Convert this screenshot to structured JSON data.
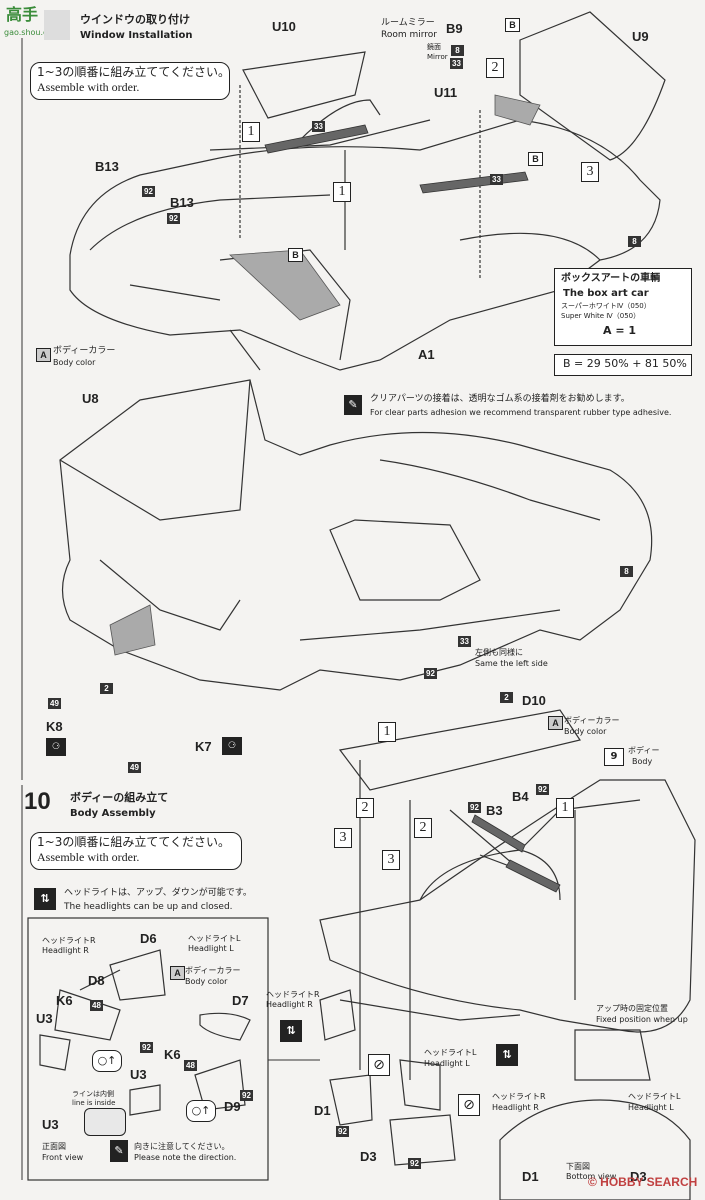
{
  "watermark": {
    "logo": "高手",
    "url": "gao.shou.com"
  },
  "step9": {
    "title_jp": "ウインドウの取り付け",
    "title_en": "Window Installation"
  },
  "order_note": {
    "jp": "1~3の順番に組み立ててください。",
    "en": "Assemble with order."
  },
  "room_mirror": {
    "jp": "ルームミラー",
    "en": "Room mirror"
  },
  "mirror_small": {
    "jp": "鏡面",
    "en": "Mirror"
  },
  "parts_top": {
    "u10": "U10",
    "b9": "B9",
    "u9": "U9",
    "u11": "U11",
    "b13a": "B13",
    "b13b": "B13",
    "a1": "A1",
    "b_a": "B",
    "b_b": "B",
    "b_c": "B",
    "n33a": "33",
    "n33b": "33",
    "n33c": "33",
    "n92a": "92",
    "n92b": "92",
    "n8a": "8",
    "n8b": "8",
    "n8c": "8",
    "step1a": "1",
    "step1b": "1",
    "step2": "2",
    "step3": "3"
  },
  "body_color": {
    "jp": "ボディーカラー",
    "en": "Body color",
    "tag": "A"
  },
  "box_art": {
    "title_jp": "ボックスアートの車輌",
    "title_en": "The box art car",
    "paint_jp": "スーパーホワイトⅣ（050）",
    "paint_en": "Super White Ⅳ（050）",
    "formula": "A = 1"
  },
  "b_mix": {
    "text": "B = 29 50% + 81 50%"
  },
  "clear_parts": {
    "jp": "クリアパーツの接着は、透明なゴム系の接着剤をお勧めします。",
    "en": "For clear parts adhesion we recommend transparent rubber type adhesive."
  },
  "middle": {
    "u8": "U8",
    "n2": "2",
    "n49a": "49",
    "n49b": "49",
    "k8": "K8",
    "k7": "K7",
    "n8": "8",
    "n33": "33",
    "n92": "92",
    "same_left_jp": "左側も同様に",
    "same_left_en": "Same the left side"
  },
  "step10": {
    "num": "10",
    "title_jp": "ボディーの組み立て",
    "title_en": "Body Assembly"
  },
  "order_note2": {
    "jp": "1~3の順番に組み立ててください。",
    "en": "Assemble with order."
  },
  "headlight_note": {
    "jp": "ヘッドライトは、アップ、ダウンが可能です。",
    "en": "The headlights can be up and closed."
  },
  "inset": {
    "hr_jp": "ヘッドライトR",
    "hr_en": "Headlight R",
    "hl_jp": "ヘッドライトL",
    "hl_en": "Headlight L",
    "body_color_jp": "ボディーカラー",
    "body_color_en": "Body color",
    "d6": "D6",
    "d8": "D8",
    "d7": "D7",
    "d9": "D9",
    "k6a": "K6",
    "k6b": "K6",
    "u3a": "U3",
    "u3b": "U3",
    "u3c": "U3",
    "n48a": "48",
    "n48b": "48",
    "n92a": "92",
    "n92b": "92",
    "inside_jp": "ラインは内側",
    "inside_en": "line is inside",
    "front_jp": "正面図",
    "front_en": "Front view",
    "direction_jp": "向きに注意してください。",
    "direction_en": "Please note the direction."
  },
  "lower": {
    "d10": "D10",
    "n2": "2",
    "n9": "9",
    "body_jp": "ボディー",
    "body_en": "Body",
    "b3": "B3",
    "b4": "B4",
    "n92a": "92",
    "n92b": "92",
    "d1": "D1",
    "d3": "D3",
    "n92c": "92",
    "n92d": "92",
    "hr_jp": "ヘッドライトR",
    "hr_en": "Headlight R",
    "hl_jp": "ヘッドライトL",
    "hl_en": "Headlight L",
    "fixed_jp": "アップ時の固定位置",
    "fixed_en": "Fixed position when up",
    "bottom_jp": "下面図",
    "bottom_en": "Bottom view",
    "hr2_jp": "ヘッドライトR",
    "hr2_en": "Headlight R",
    "hl2_jp": "ヘッドライトL",
    "hl2_en": "Headlight L",
    "d1b": "D1",
    "d3b": "D3"
  },
  "brand": {
    "text": "© HOBBY SEARCH"
  }
}
